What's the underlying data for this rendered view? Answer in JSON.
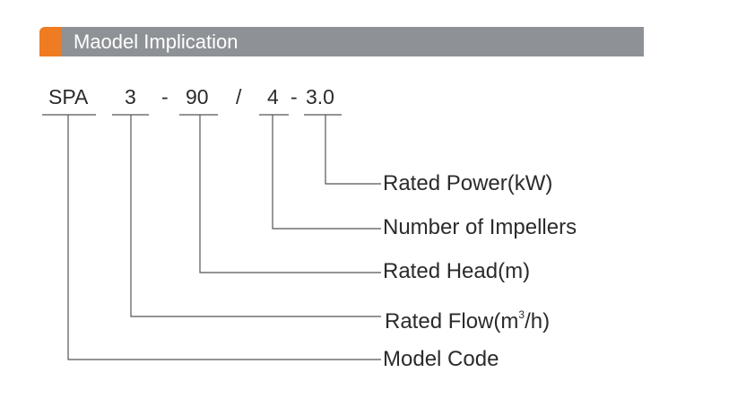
{
  "header": {
    "title": "Maodel Implication"
  },
  "model": {
    "segments": [
      "SPA",
      "3",
      "-",
      "90",
      "/",
      "4",
      "-",
      "3.0"
    ]
  },
  "labels": {
    "power": "Rated Power(kW)",
    "impellers": "Number of Impellers",
    "head": "Rated Head(m)",
    "flow_prefix": "Rated Flow(m",
    "flow_sup": "3",
    "flow_suffix": "/h)",
    "code": "Model Code"
  },
  "colors": {
    "accent": "#ef7b22",
    "header_bar": "#8e9296",
    "lines": "#555555"
  }
}
